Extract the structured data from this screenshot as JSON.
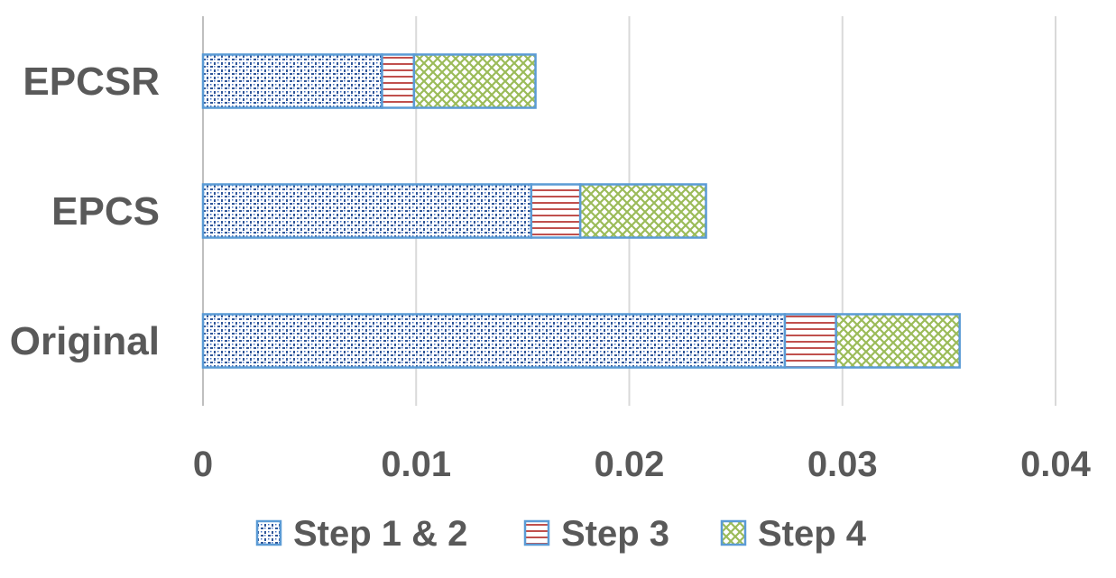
{
  "chart_data": {
    "type": "bar",
    "orientation": "horizontal",
    "stacked": true,
    "categories": [
      "Original",
      "EPCS",
      "EPCSR"
    ],
    "series": [
      {
        "name": "Step 1 & 2",
        "values": [
          0.0273,
          0.0154,
          0.0084
        ],
        "color": "#4472C4",
        "pattern": "dots"
      },
      {
        "name": "Step 3",
        "values": [
          0.0024,
          0.0023,
          0.0015
        ],
        "color": "#C0504D",
        "pattern": "horizontal-lines"
      },
      {
        "name": "Step 4",
        "values": [
          0.0058,
          0.0059,
          0.0057
        ],
        "color": "#9BBB59",
        "pattern": "diamond-lattice"
      }
    ],
    "x_ticks": [
      "0",
      "0.01",
      "0.02",
      "0.03",
      "0.04"
    ],
    "xlim": [
      0,
      0.04
    ],
    "grid": "vertical",
    "legend": "bottom",
    "title": "",
    "xlabel": "",
    "ylabel": "",
    "bar_border_color": "#5B9BD5"
  }
}
